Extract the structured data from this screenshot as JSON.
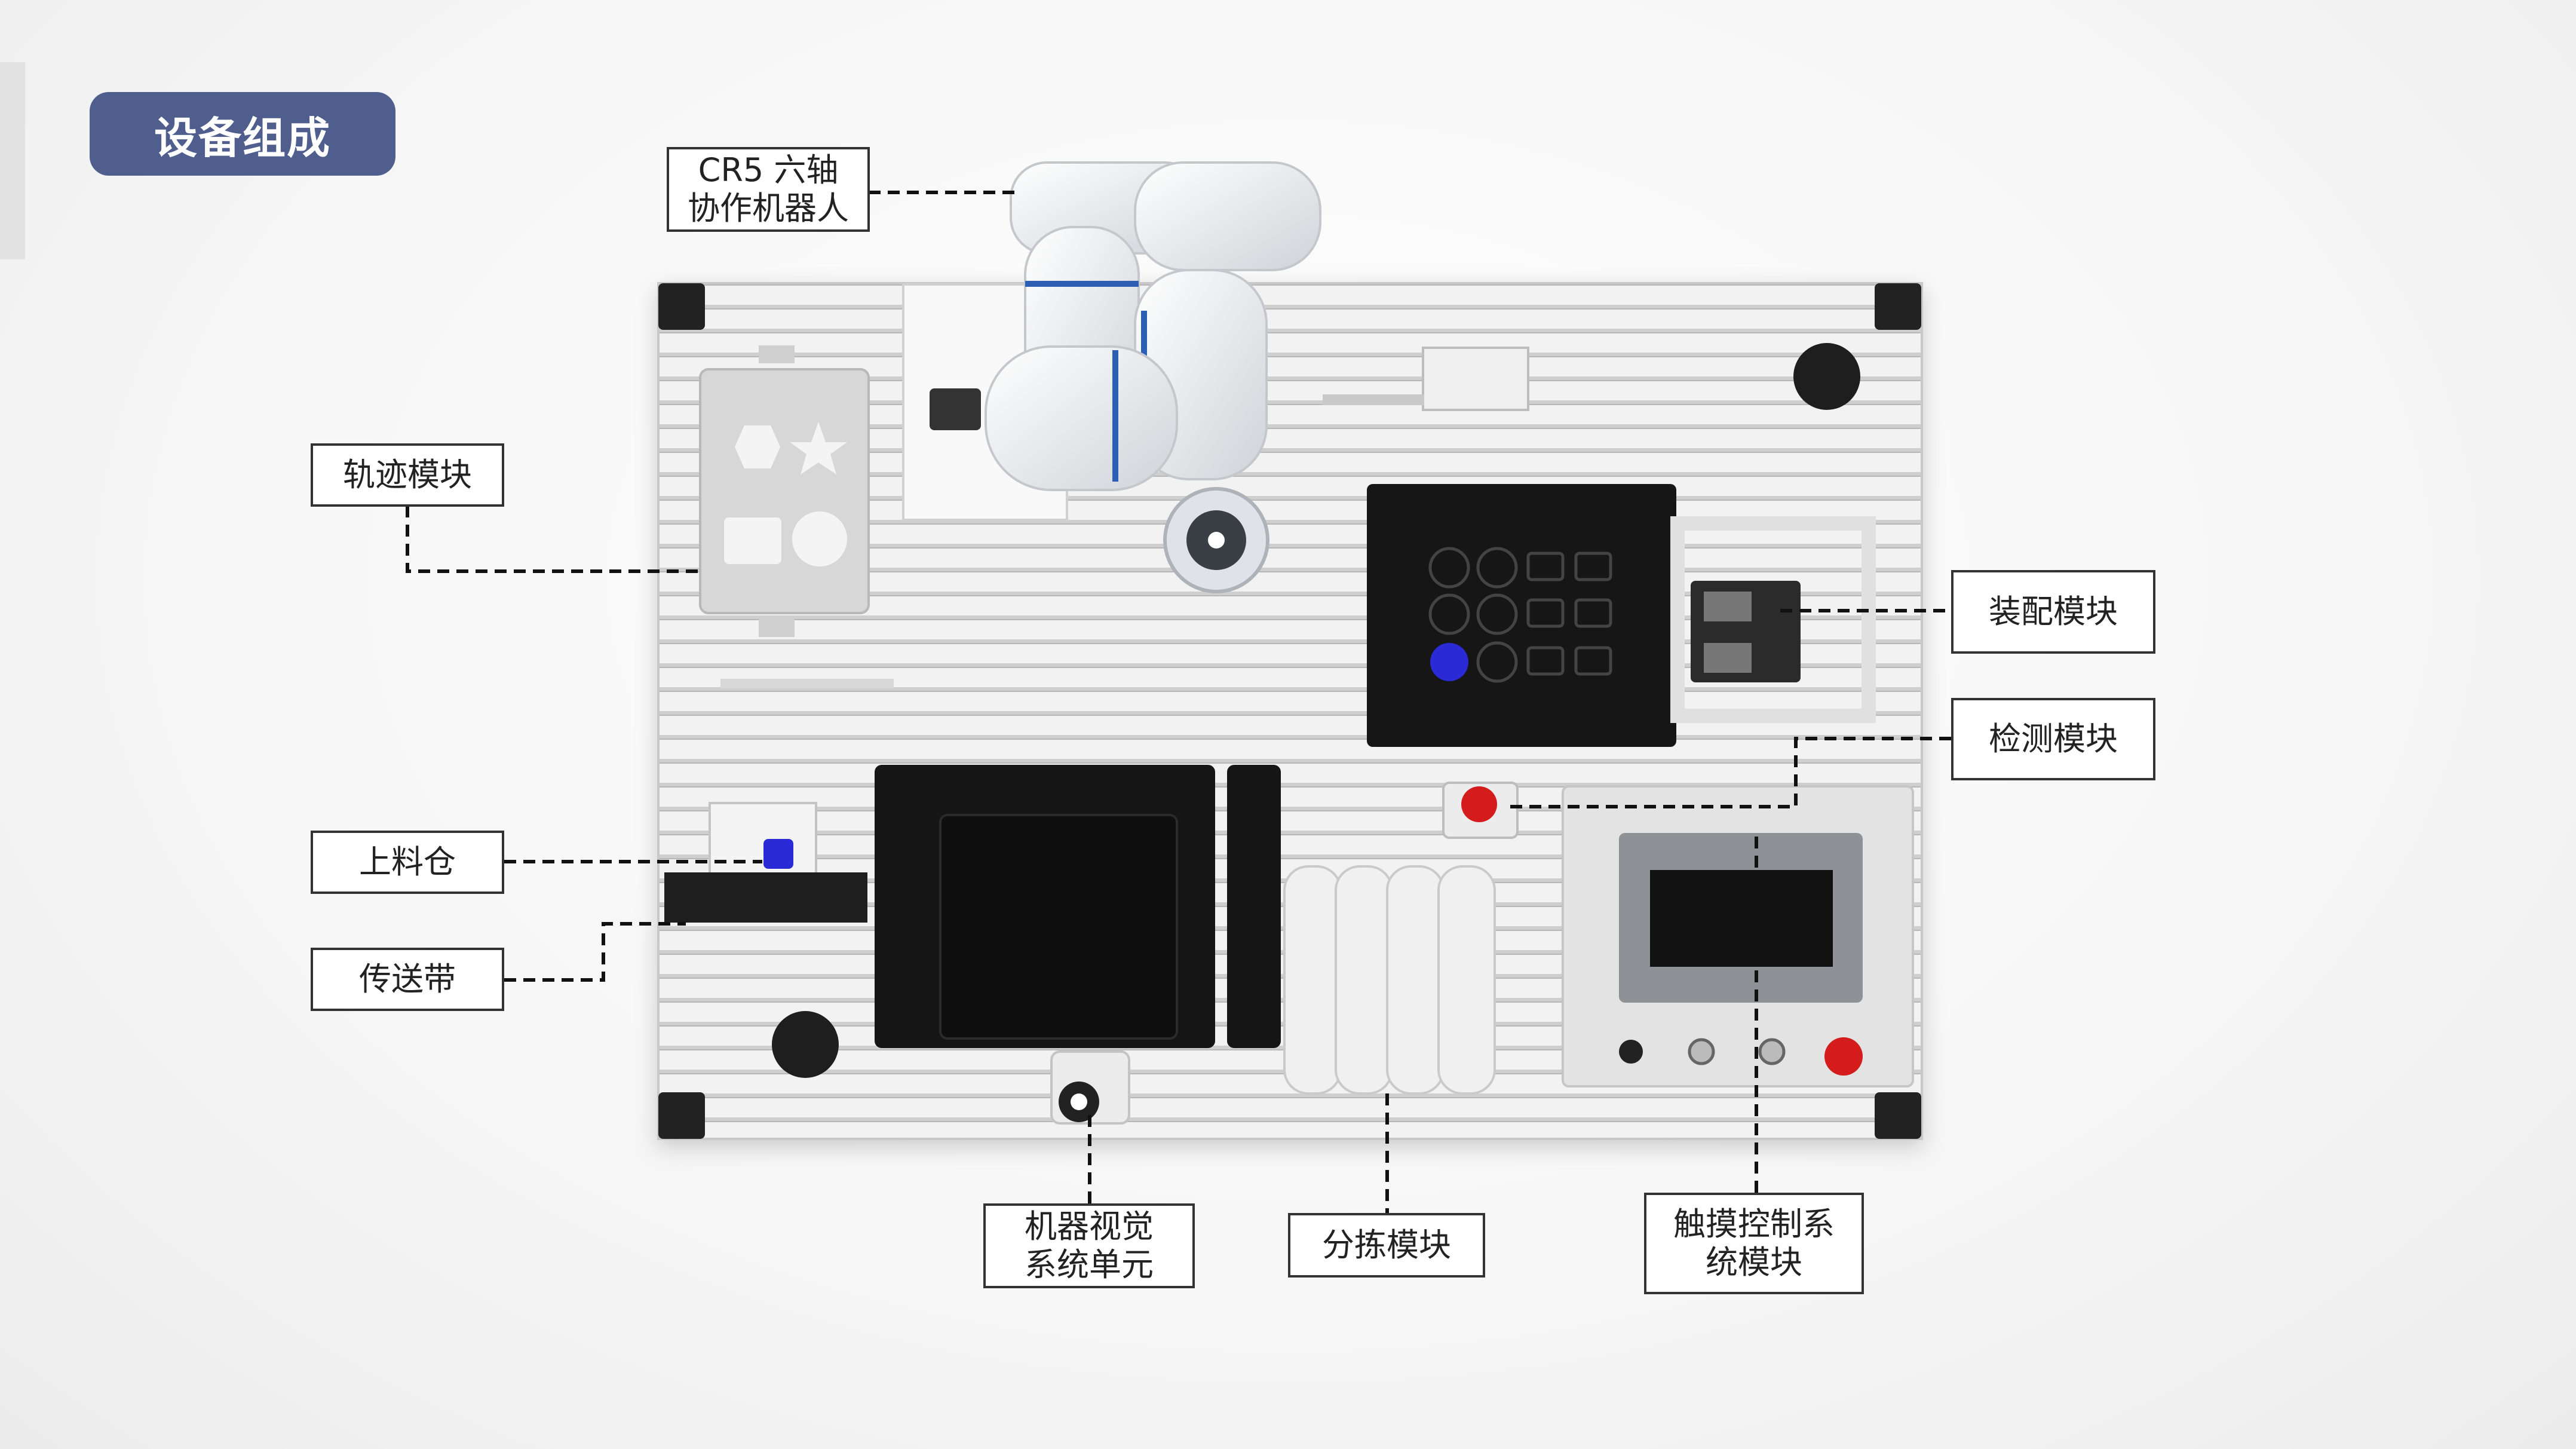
{
  "header": {
    "title": "设备组成"
  },
  "labels": {
    "robot": {
      "line1": "CR5 六轴",
      "line2": "协作机器人"
    },
    "trajectory": "轨迹模块",
    "assembly": "装配模块",
    "inspection": "检测模块",
    "feeder": "上料仓",
    "conveyor": "传送带",
    "vision": {
      "line1": "机器视觉",
      "line2": "系统单元"
    },
    "sorting": "分拣模块",
    "touch_control": {
      "line1": "触摸控制系",
      "line2": "统模块"
    }
  },
  "colors": {
    "badge": "#4f5e8d",
    "blue_button": "#2a2ad6",
    "red_button": "#d41c1c",
    "robot_accent": "#2c5fb3"
  }
}
